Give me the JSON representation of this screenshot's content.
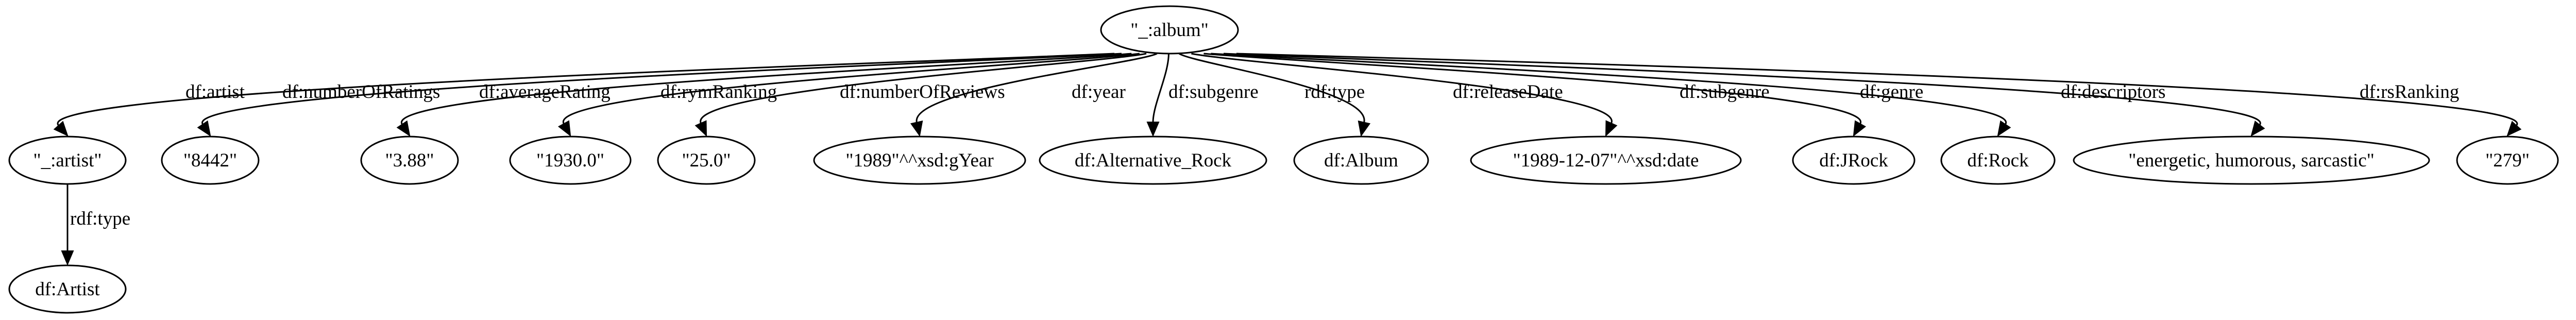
{
  "graph": {
    "nodes": [
      {
        "id": "album",
        "label": "\"_:album\""
      },
      {
        "id": "artist",
        "label": "\"_:artist\""
      },
      {
        "id": "ratings",
        "label": "\"8442\""
      },
      {
        "id": "avg",
        "label": "\"3.88\""
      },
      {
        "id": "rym",
        "label": "\"1930.0\""
      },
      {
        "id": "reviews",
        "label": "\"25.0\""
      },
      {
        "id": "year",
        "label": "\"1989\"^^xsd:gYear"
      },
      {
        "id": "altrock",
        "label": "df:Alternative_Rock"
      },
      {
        "id": "albumtype",
        "label": "df:Album"
      },
      {
        "id": "date",
        "label": "\"1989-12-07\"^^xsd:date"
      },
      {
        "id": "jrock",
        "label": "df:JRock"
      },
      {
        "id": "rock",
        "label": "df:Rock"
      },
      {
        "id": "desc",
        "label": "\"energetic, humorous, sarcastic\""
      },
      {
        "id": "rs",
        "label": "\"279\""
      },
      {
        "id": "artisttype",
        "label": "df:Artist"
      }
    ],
    "edges": [
      {
        "from": "album",
        "to": "artist",
        "label": "df:artist"
      },
      {
        "from": "album",
        "to": "ratings",
        "label": "df:numberOfRatings"
      },
      {
        "from": "album",
        "to": "avg",
        "label": "df:averageRating"
      },
      {
        "from": "album",
        "to": "rym",
        "label": "df:rymRanking"
      },
      {
        "from": "album",
        "to": "reviews",
        "label": "df:numberOfReviews"
      },
      {
        "from": "album",
        "to": "year",
        "label": "df:year"
      },
      {
        "from": "album",
        "to": "altrock",
        "label": "df:subgenre"
      },
      {
        "from": "album",
        "to": "albumtype",
        "label": "rdf:type"
      },
      {
        "from": "album",
        "to": "date",
        "label": "df:releaseDate"
      },
      {
        "from": "album",
        "to": "jrock",
        "label": "df:subgenre"
      },
      {
        "from": "album",
        "to": "rock",
        "label": "df:genre"
      },
      {
        "from": "album",
        "to": "desc",
        "label": "df:descriptors"
      },
      {
        "from": "album",
        "to": "rs",
        "label": "df:rsRanking"
      },
      {
        "from": "artist",
        "to": "artisttype",
        "label": "rdf:type"
      }
    ]
  }
}
